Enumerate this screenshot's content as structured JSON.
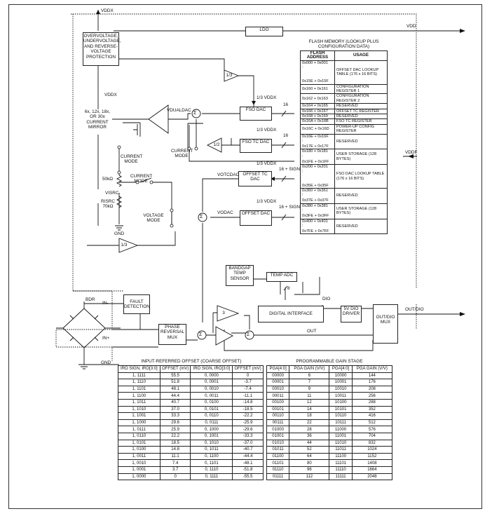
{
  "supply": {
    "vddx_top": "VDDX",
    "vdd_out": "VDD",
    "vddf": "VDDF"
  },
  "blocks": {
    "protection": "OVERVOLTAGE, UNDERVOLTAGE, AND REVERSE-VOLTAGE PROTECTION",
    "ldo": "LDO",
    "current_mirror": "6x, 12x, 18x, OR 30x CURRENT MIRROR",
    "div3_top": "1/3",
    "div2": "1/2",
    "div3_bottom": "1/3",
    "fso_dac": "FSO DAC",
    "fso_tc_dac": "FSO TC DAC",
    "offset_tc_dac": "OFFSET TC DAC",
    "offset_dac": "OFFSET DAC",
    "bandgap": "BANDGAP TEMP SENSOR",
    "temp_adc": "TEMP ADC",
    "digital_interface": "DIGITAL INTERFACE",
    "dio_driver": "5V DIO DRIVER",
    "out_mux": "OUT/DIO MUX",
    "fault": "FAULT DETECTION",
    "phase_mux": "PHASE REVERSAL MUX",
    "gain3": "3"
  },
  "labels": {
    "vddx_mid": "VDDX",
    "vdualdac": "VDUALDAC",
    "third_vddx_1": "1/3 VDDX",
    "third_vddx_2": "1/3 VDDX",
    "third_vddx_3": "1/3 VDDX",
    "third_vddx_4": "1/3 VDDX",
    "votcdac": "VOTCDAC",
    "vodac": "VODAC",
    "bus16_a": "16",
    "bus16_b": "16",
    "bus16_c": "16 + SIGN",
    "bus16_d": "16 + SIGN",
    "bus8": "8",
    "dio": "DIO",
    "current_mode_1": "CURRENT MODE",
    "current_mode_2": "CURRENT MODE",
    "current_mode_3": "CURRENT MODE",
    "voltage_mode": "VOLTAGE MODE",
    "r50k": "50kΩ",
    "visrc": "VISRC",
    "risrc": "RISRC 70kΩ",
    "gnd_1": "GND",
    "gnd_2": "GND",
    "bdr": "BDR",
    "in_minus": "IN-",
    "in_plus": "IN+",
    "out": "OUT",
    "out_dio": "OUT/DIO",
    "sum": "Σ",
    "pga_caption": "PROGRAMMABLE GAIN STAGE",
    "offset_caption": "INPUT-REFERRED OFFSET (COARSE OFFSET)"
  },
  "flash": {
    "title": "FLASH MEMORY (LOOKUP PLUS CONFIGURATION DATA)",
    "head_addr": "FLASH ADDRESS",
    "head_usage": "USAGE",
    "rows": [
      {
        "addr": [
          "0x000 + 0x001",
          ":",
          "0x15E + 0x15F"
        ],
        "usage": "OFFSET DAC LOOKUP TABLE (176 x 16 BITS)"
      },
      {
        "addr": [
          "0x160 + 0x161"
        ],
        "usage": "CONFIGURATION REGISTER 1"
      },
      {
        "addr": [
          "0x162 + 0x163"
        ],
        "usage": "CONFIGURATION REGISTER 2"
      },
      {
        "addr": [
          "0x164 + 0x165"
        ],
        "usage": "RESERVED"
      },
      {
        "addr": [
          "0x166 + 0x167"
        ],
        "usage": "OFFSET TC REGISTER"
      },
      {
        "addr": [
          "0x168 + 0x169"
        ],
        "usage": "RESERVED"
      },
      {
        "addr": [
          "0x16A + 0x16B"
        ],
        "usage": "FSO TC REGISTER"
      },
      {
        "addr": [
          "0x16C + 0x16D"
        ],
        "usage": "POWER-UP CONFIG REGISTER"
      },
      {
        "addr": [
          "0x16E + 0x16F",
          ":",
          "0x17E + 0x17F"
        ],
        "usage": "RESERVED"
      },
      {
        "addr": [
          "0x180 + 0x181",
          ":",
          "0x1FE + 0x1FF"
        ],
        "usage": "USER STORAGE (128 BYTES)"
      },
      {
        "addr": [
          "0x200 + 0x201",
          ":",
          "0x35E + 0x35F"
        ],
        "usage": "FSO DAC LOOKUP TABLE (176 x 16 BITS)"
      },
      {
        "addr": [
          "0x360 + 0x361",
          ":",
          "0x37E + 0x37F"
        ],
        "usage": "RESERVED"
      },
      {
        "addr": [
          "0x380 + 0x381",
          ":",
          "0x3FE + 0x3FF"
        ],
        "usage": "USER STORAGE (128 BYTES)"
      },
      {
        "addr": [
          "0x400 + 0x401",
          ":",
          "0x7FE + 0x7FF"
        ],
        "usage": "RESERVED"
      }
    ]
  },
  "offset_table": {
    "headers": [
      "IRO SIGN, IRO[3:0]",
      "OFFSET (mV)",
      "IRO SIGN, IRO[3:0]",
      "OFFSET (mV)"
    ],
    "rows": [
      [
        "1, 1111",
        "55.5",
        "0, 0000",
        "0"
      ],
      [
        "1, 1110",
        "51.8",
        "0, 0001",
        "-3.7"
      ],
      [
        "1, 1101",
        "48.1",
        "0, 0010",
        "-7.4"
      ],
      [
        "1, 1100",
        "44.4",
        "0, 0011",
        "-11.1"
      ],
      [
        "1, 1011",
        "40.7",
        "0, 0100",
        "-14.8"
      ],
      [
        "1, 1010",
        "37.0",
        "0, 0101",
        "-18.5"
      ],
      [
        "1, 1001",
        "33.3",
        "0, 0110",
        "-22.2"
      ],
      [
        "1, 1000",
        "29.6",
        "0, 0111",
        "-25.9"
      ],
      [
        "1, 0111",
        "25.9",
        "0, 1000",
        "-29.6"
      ],
      [
        "1, 0110",
        "22.2",
        "0, 1001",
        "-33.3"
      ],
      [
        "1, 0101",
        "18.5",
        "0, 1010",
        "-37.0"
      ],
      [
        "1, 0100",
        "14.8",
        "0, 1011",
        "-40.7"
      ],
      [
        "1, 0011",
        "11.1",
        "0, 1100",
        "-44.4"
      ],
      [
        "1, 0010",
        "7.4",
        "0, 1101",
        "-48.1"
      ],
      [
        "1, 0001",
        "3.7",
        "0, 1110",
        "-51.8"
      ],
      [
        "1, 0000",
        "0",
        "0, 1111",
        "-55.5"
      ]
    ]
  },
  "pga_table": {
    "headers": [
      "PGA[4:0]",
      "PGA GAIN (V/V)",
      "PGA[4:0]",
      "PGA GAIN (V/V)"
    ],
    "rows": [
      [
        "00000",
        "6",
        "10000",
        "144"
      ],
      [
        "00001",
        "7",
        "10001",
        "176"
      ],
      [
        "00010",
        "9",
        "10010",
        "208"
      ],
      [
        "00011",
        "11",
        "10011",
        "256"
      ],
      [
        "00100",
        "12",
        "10100",
        "288"
      ],
      [
        "00101",
        "14",
        "10101",
        "352"
      ],
      [
        "00110",
        "18",
        "10110",
        "416"
      ],
      [
        "00111",
        "22",
        "10111",
        "512"
      ],
      [
        "01000",
        "28",
        "11000",
        "576"
      ],
      [
        "01001",
        "36",
        "11001",
        "704"
      ],
      [
        "01010",
        "44",
        "11010",
        "832"
      ],
      [
        "01011",
        "52",
        "11011",
        "1024"
      ],
      [
        "01100",
        "64",
        "11100",
        "1152"
      ],
      [
        "01101",
        "80",
        "11101",
        "1408"
      ],
      [
        "01110",
        "96",
        "11110",
        "1664"
      ],
      [
        "01111",
        "112",
        "11111",
        "2048"
      ]
    ]
  }
}
